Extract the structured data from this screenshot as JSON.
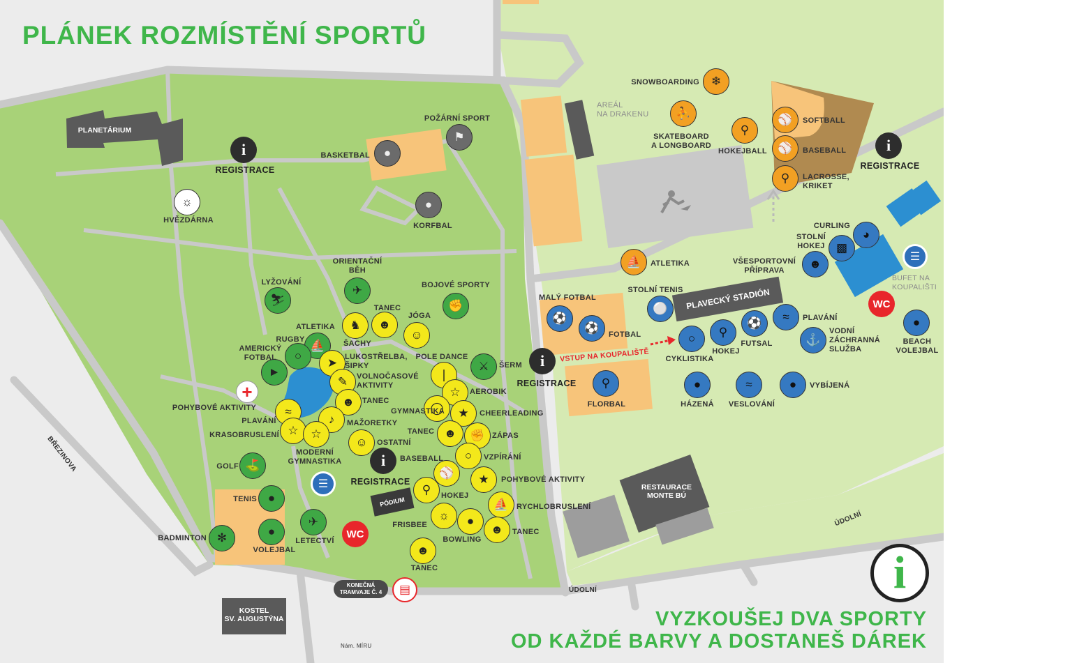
{
  "title": "PLÁNEK ROZMÍSTĚNÍ SPORTŮ",
  "bottom_text": {
    "line1": "VYZKOUŠEJ DVA SPORTY",
    "line2": "OD KAŽDÉ BARVY A DOSTANEŠ DÁREK"
  },
  "colors": {
    "green": "#3fa845",
    "yellow": "#f3e81b",
    "orange": "#f2a023",
    "blue": "#3579c1",
    "park": "#a8d278",
    "field": "#f7c47a",
    "title_green": "#3fb64a"
  },
  "buildings": {
    "planetarium": "PLANETÁRIUM",
    "arena": "AREÁL\nNA DRAKENU",
    "pool": "PLAVECKÝ STADIÓN",
    "restaurant": "RESTAURACE\nMONTE BÚ",
    "podium": "PÓDIUM",
    "church": "KOSTEL\nSV. AUGUSTÝNA",
    "tram": "KONEČNÁ\nTRAMVAJE Č. 4"
  },
  "streets": {
    "brezinova": "BŘEZINOVA",
    "udolni1": "ÚDOLNÍ",
    "udolni2": "ÚDOLNÍ",
    "namiru": "Nám. MÍRU"
  },
  "registrace": "REGISTRACE",
  "vstup": "VSTUP NA KOUPALIŠTĚ",
  "bufet": "BUFET NA\nKOUPALIŠTI",
  "wc": "WC",
  "observatory": "HVĚZDÁRNA",
  "gray_sports": [
    "POŽÁRNÍ SPORT",
    "BASKETBAL",
    "KORFBAL"
  ],
  "green_sports": [
    "LYŽOVÁNÍ",
    "ORIENTAČNÍ\nBĚH",
    "BOJOVÉ SPORTY",
    "ATLETIKA",
    "RUGBY",
    "AMERICKÝ\nFOTBAL",
    "POHYBOVÉ AKTIVITY",
    "ŠERM",
    "GOLF",
    "TENIS",
    "BADMINTON",
    "VOLEJBAL",
    "LETECTVÍ"
  ],
  "yellow_sports": [
    "TANEC",
    "JÓGA",
    "ŠACHY",
    "LUKOSTŘELBA,\nŠIPKY",
    "VOLNOČASOVÉ\nAKTIVITY",
    "POLE DANCE",
    "TANEC",
    "AEROBIK",
    "GYMNASTIKA",
    "PLAVÁNÍ",
    "KRASOBRUSLENÍ",
    "MAŽORETKY",
    "CHEERLEADING",
    "TANEC",
    "ZÁPAS",
    "OSTATNÍ",
    "MODERNÍ\nGYMNASTIKA",
    "VZPÍRÁNÍ",
    "BASEBALL",
    "POHYBOVÉ AKTIVITY",
    "HOKEJ",
    "RYCHLOBRUSLENÍ",
    "FRISBEE",
    "BOWLING",
    "TANEC",
    "TANEC"
  ],
  "orange_sports": [
    "SNOWBOARDING",
    "SKATEBOARD\nA LONGBOARD",
    "HOKEJBALL",
    "SOFTBALL",
    "BASEBALL",
    "LACROSSE,\nKRIKET",
    "ATLETIKA"
  ],
  "blue_sports": [
    "CURLING",
    "STOLNÍ\nHOKEJ",
    "VŠESPORTOVNÍ\nPŘÍPRAVA",
    "MALÝ FOTBAL",
    "FOTBAL",
    "STOLNÍ TENIS",
    "PLAVÁNÍ",
    "FUTSAL",
    "HOKEJ",
    "CYKLISTIKA",
    "VODNÍ\nZÁCHRANNÁ\nSLUŽBA",
    "BEACH\nVOLEJBAL",
    "FLORBAL",
    "HÁZENÁ",
    "VESLOVÁNÍ",
    "VYBÍJENÁ"
  ]
}
